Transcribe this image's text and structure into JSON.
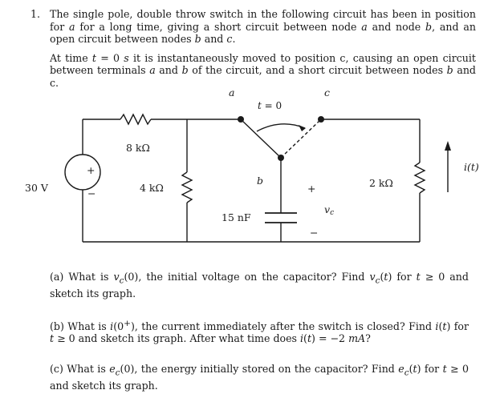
{
  "problem": {
    "number": "1.",
    "paragraph1": "The single pole, double throw switch in the following circuit has been in position for a for a long time, giving a short circuit between node a and node b, and an open circuit between nodes b and c.",
    "paragraph2": "At time t = 0 s it is instantaneously moved to position c, causing an open circuit between terminals a and b of the circuit, and a short circuit between nodes b and c."
  },
  "circuit": {
    "node_a": "a",
    "node_b": "b",
    "node_c": "c",
    "switch_time": "t = 0",
    "source_label": "30 V",
    "source_plus": "+",
    "source_minus": "−",
    "r1_label": "8 kΩ",
    "r2_label": "4 kΩ",
    "r3_label": "2 kΩ",
    "cap_label": "15 nF",
    "vc_label": "v",
    "vc_sub": "c",
    "vc_plus": "+",
    "vc_minus": "−",
    "current_label": "i(t)"
  },
  "questions": {
    "a": "(a) What is v<sub>c</sub>(0), the initial voltage on the capacitor? Find v<sub>c</sub>(t) for t ≥ 0 and sketch its graph.",
    "b": "(b) What is i(0<sup>+</sup>), the current immediately after the switch is closed? Find i(t) for t ≥ 0 and sketch its graph. After what time does i(t) = −2 mA?",
    "c": "(c) What is e<sub>c</sub>(0), the energy initially stored on the capacitor? Find e<sub>c</sub>(t) for t ≥ 0 and sketch its graph."
  }
}
